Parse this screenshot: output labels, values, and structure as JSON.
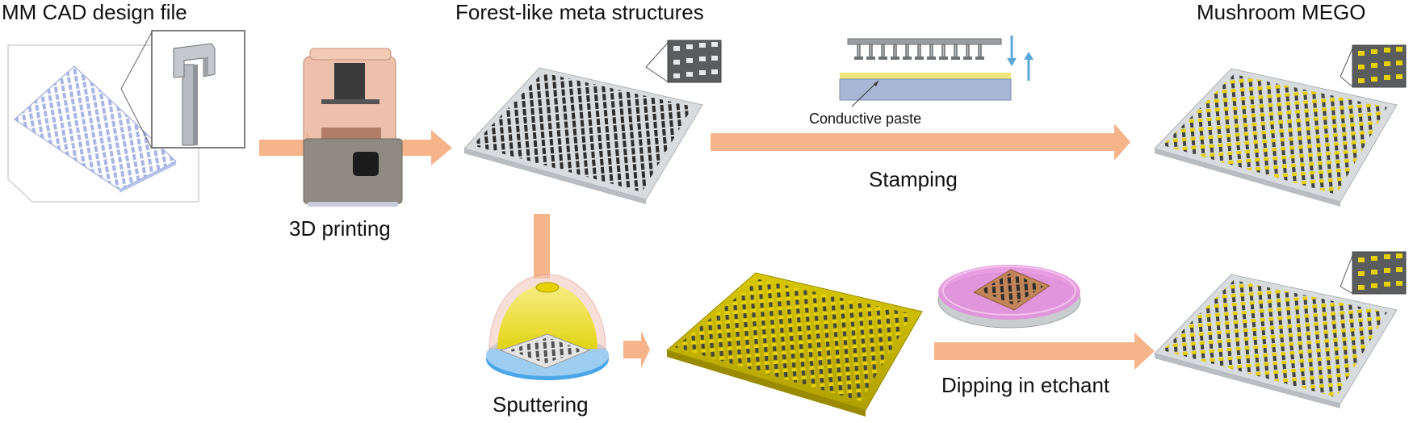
{
  "labels": {
    "cad": "MM CAD design file",
    "forest": "Forest-like meta structures",
    "mushroom": "Mushroom MEGO",
    "printing": "3D printing",
    "paste": "Conductive paste",
    "stamping": "Stamping",
    "sputtering": "Sputtering",
    "dipping": "Dipping in etchant"
  },
  "colors": {
    "arrow": "#f5b48a",
    "pillar_dark": "#2d2d2d",
    "gold": "#e6d100",
    "gold_dark": "#9a8a00",
    "substrate": "#d9dcdf",
    "cad_blue": "#a9b6e6",
    "printer_body": "#8f8b82",
    "printer_hood": "#e9b69d",
    "etchant": "#e48cdc",
    "dome_yellow": "#f2e64a",
    "ring_blue": "#4aa6e8",
    "stamp_arrows": "#5aa8d8"
  }
}
